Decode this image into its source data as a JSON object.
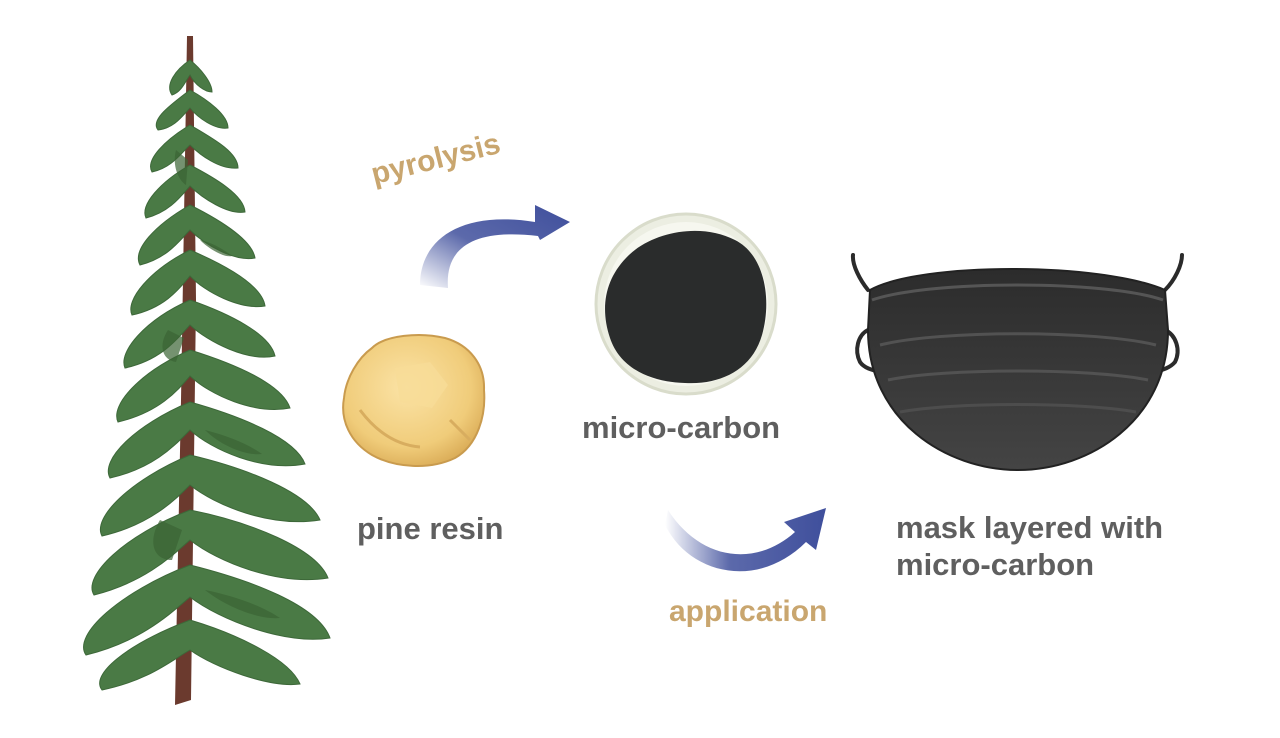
{
  "nodes": {
    "pine_resin": "pine resin",
    "micro_carbon": "micro-carbon",
    "mask_line1": "mask layered with",
    "mask_line2": "micro-carbon"
  },
  "steps": {
    "pyrolysis": "pyrolysis",
    "application": "application"
  },
  "colors": {
    "step_label": "#c9a66f",
    "node_label": "#5f5f5f",
    "arrow": "#3f4f9c",
    "foliage": "#4a7a45",
    "trunk": "#6b3a2e",
    "resin": "#f0cc7a",
    "carbon": "#2a2c2c",
    "mask": "#3a3a3a"
  },
  "icons": [
    "pine-tree-icon",
    "resin-lump-icon",
    "carbon-dish-icon",
    "face-mask-icon",
    "curved-arrow-icon"
  ]
}
